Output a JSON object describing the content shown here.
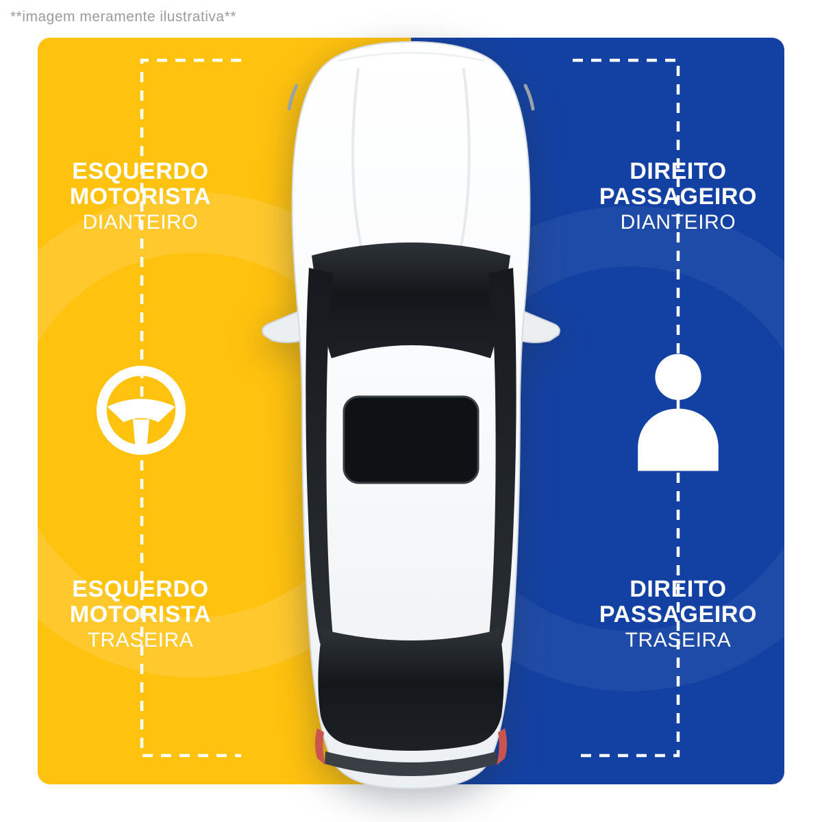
{
  "disclaimer": "**imagem meramente ilustrativa**",
  "panel": {
    "left_bg": "#FFC20E",
    "right_bg": "#1341A3",
    "label_color": "#FFFFFF",
    "disclaimer_color": "#9B9B9B"
  },
  "labels": {
    "left_front": {
      "line1": "ESQUERDO",
      "line2": "MOTORISTA",
      "line3": "DIANTEIRO"
    },
    "right_front": {
      "line1": "DIREITO",
      "line2": "PASSAGEIRO",
      "line3": "DIANTEIRO"
    },
    "left_rear": {
      "line1": "ESQUERDO",
      "line2": "MOTORISTA",
      "line3": "TRASEIRA"
    },
    "right_rear": {
      "line1": "DIREITO",
      "line2": "PASSAGEIRO",
      "line3": "TRASEIRA"
    }
  },
  "icons": {
    "left": "steering-wheel-icon",
    "right": "person-icon"
  }
}
